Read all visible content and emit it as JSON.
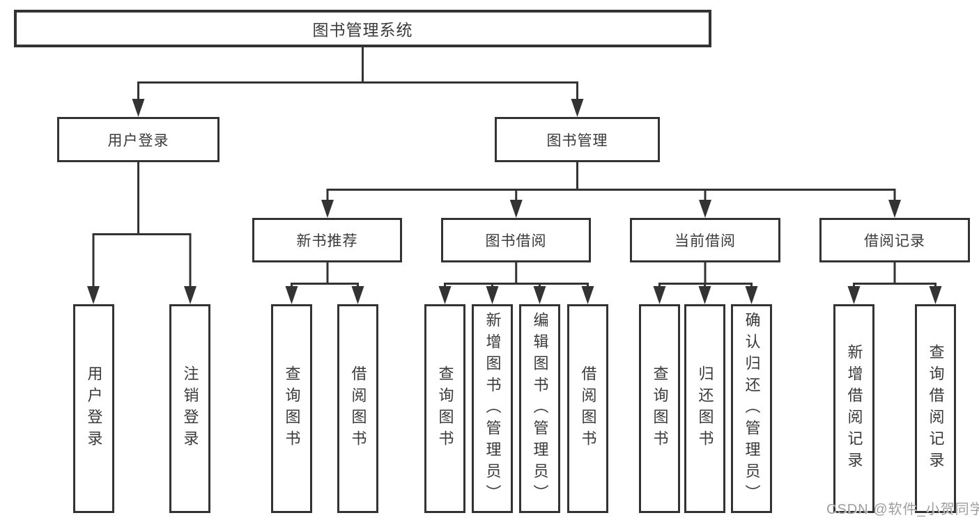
{
  "diagram": {
    "tree": {
      "root": "图书管理系统",
      "branches": [
        {
          "label": "用户登录",
          "children": [
            "用户登录",
            "注销登录"
          ]
        },
        {
          "label": "图书管理",
          "sections": [
            {
              "label": "新书推荐",
              "children": [
                "查询图书",
                "借阅图书"
              ]
            },
            {
              "label": "图书借阅",
              "children": [
                "查询图书",
                "新增图书（管理员）",
                "编辑图书（管理员）",
                "借阅图书"
              ]
            },
            {
              "label": "当前借阅",
              "children": [
                "查询图书",
                "归还图书",
                "确认归还（管理员）"
              ]
            },
            {
              "label": "借阅记录",
              "children": [
                "新增借阅记录",
                "查询借阅记录"
              ]
            }
          ]
        }
      ]
    },
    "watermark": "CSDN @软件_小贺同学",
    "colors": {
      "line": "#333333",
      "text": "#3a3a3a",
      "background": "#ffffff",
      "watermark": "#9e9e9e"
    }
  }
}
